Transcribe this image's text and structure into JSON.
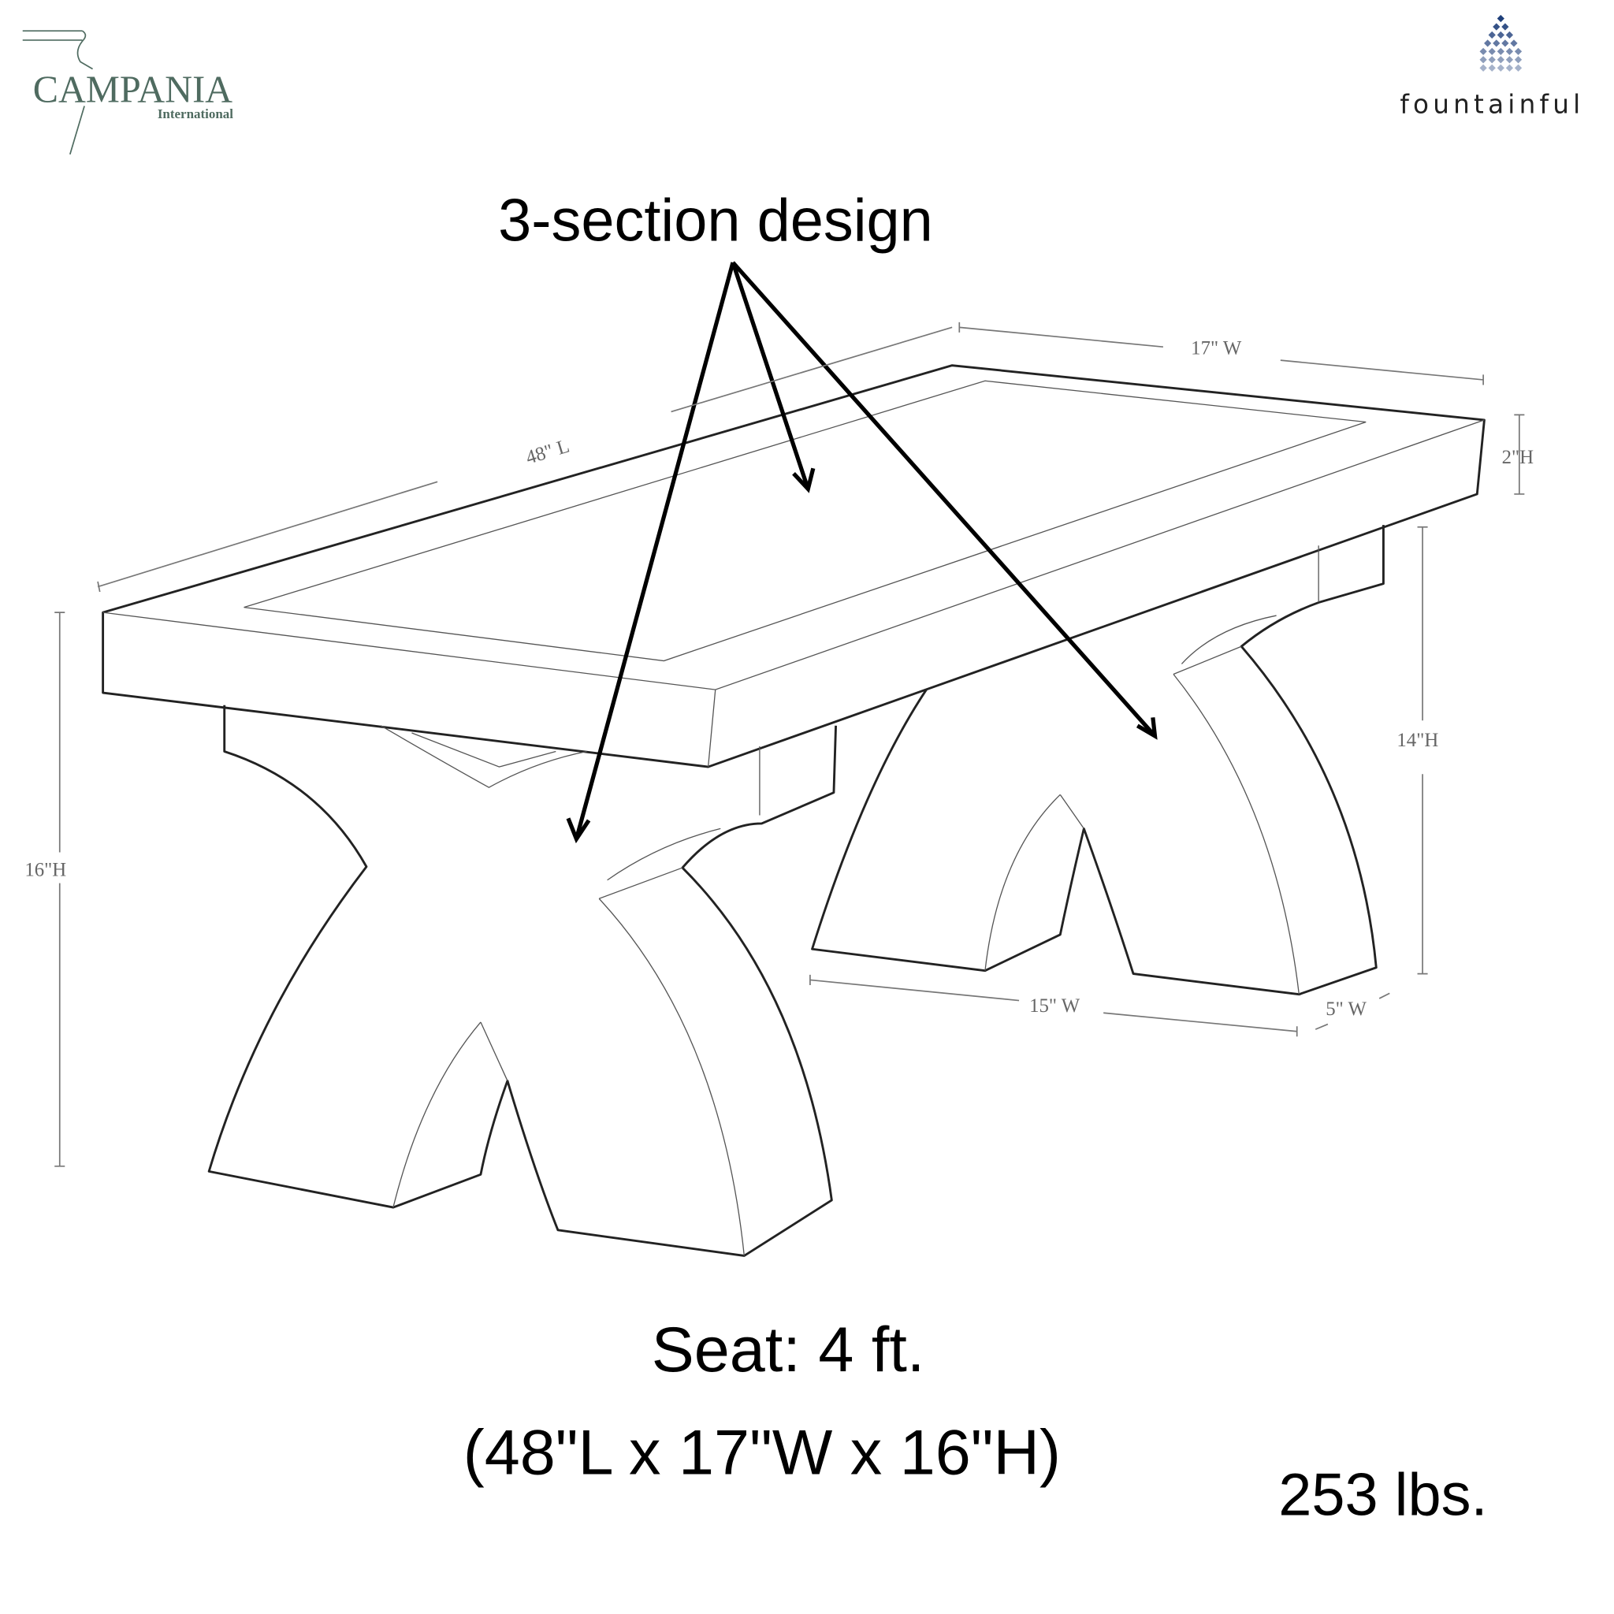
{
  "logos": {
    "left": {
      "name": "CAMPANIA",
      "sub": "International",
      "color": "#4f6b60"
    },
    "right": {
      "name": "fountainful",
      "color": "#1f3f7a"
    }
  },
  "callout": "3-section design",
  "dimensions": {
    "width_top": "17\" W",
    "length": "48\" L",
    "slab_height": "2\"H",
    "leg_height": "14\"H",
    "total_height": "16\"H",
    "leg_width": "15\" W",
    "leg_depth": "5\" W"
  },
  "caption": {
    "seat": "Seat: 4 ft.",
    "size": "(48\"L x 17\"W x 16\"H)",
    "weight": "253 lbs."
  }
}
